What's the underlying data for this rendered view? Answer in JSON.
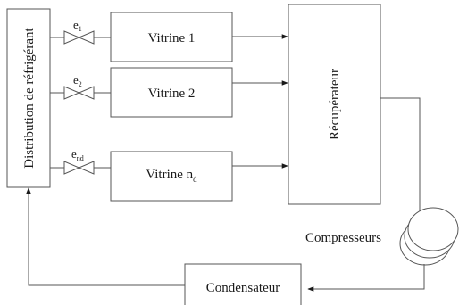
{
  "diagram": {
    "distribution_label": "Distribution de réfrigérant",
    "recuperator_label": "Récupérateur",
    "compressors_label": "Compresseurs",
    "condenser_label": "Condensateur",
    "valves": [
      {
        "base": "e",
        "sub": "1"
      },
      {
        "base": "e",
        "sub": "2"
      },
      {
        "base": "e",
        "sub": "nd"
      }
    ],
    "showcases": [
      {
        "base": "Vitrine 1",
        "sub": ""
      },
      {
        "base": "Vitrine 2",
        "sub": ""
      },
      {
        "base": "Vitrine n",
        "sub": "d"
      }
    ]
  },
  "colors": {
    "stroke": "#555555",
    "text": "#1a1a1a",
    "background": "#ffffff"
  }
}
